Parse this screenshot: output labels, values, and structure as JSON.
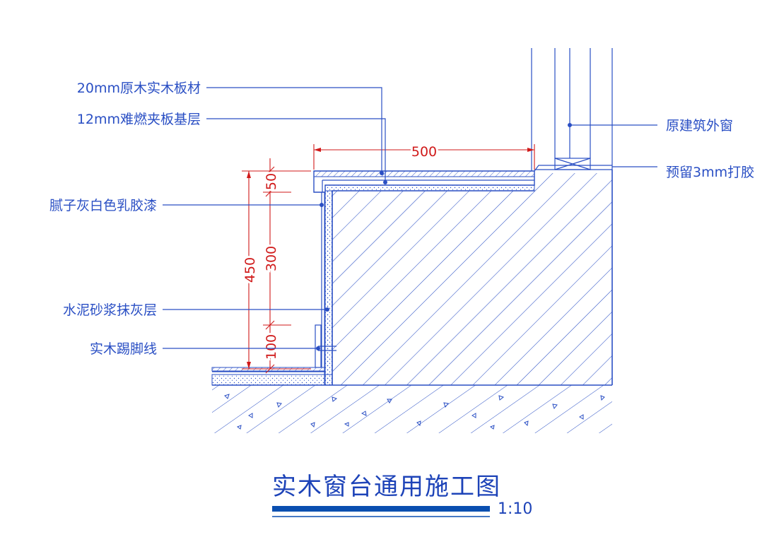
{
  "colors": {
    "line": "#2a4fc4",
    "dimension": "#d01a1a",
    "title": "#1d43b8",
    "titleBar": "#0a4fb0"
  },
  "labels": {
    "wood_board": "20mm原木实木板材",
    "plywood_base": "12mm难燃夹板基层",
    "putty_paint": "腻子灰白色乳胶漆",
    "cement_plaster": "水泥砂浆抹灰层",
    "skirting": "实木踢脚线",
    "window": "原建筑外窗",
    "glue_gap": "预留3mm打胶"
  },
  "dimensions": {
    "width_500": "500",
    "height_450": "450",
    "height_300": "300",
    "height_50": "50",
    "height_100": "100"
  },
  "title": {
    "text": "实木窗台通用施工图",
    "scale": "1:10"
  }
}
